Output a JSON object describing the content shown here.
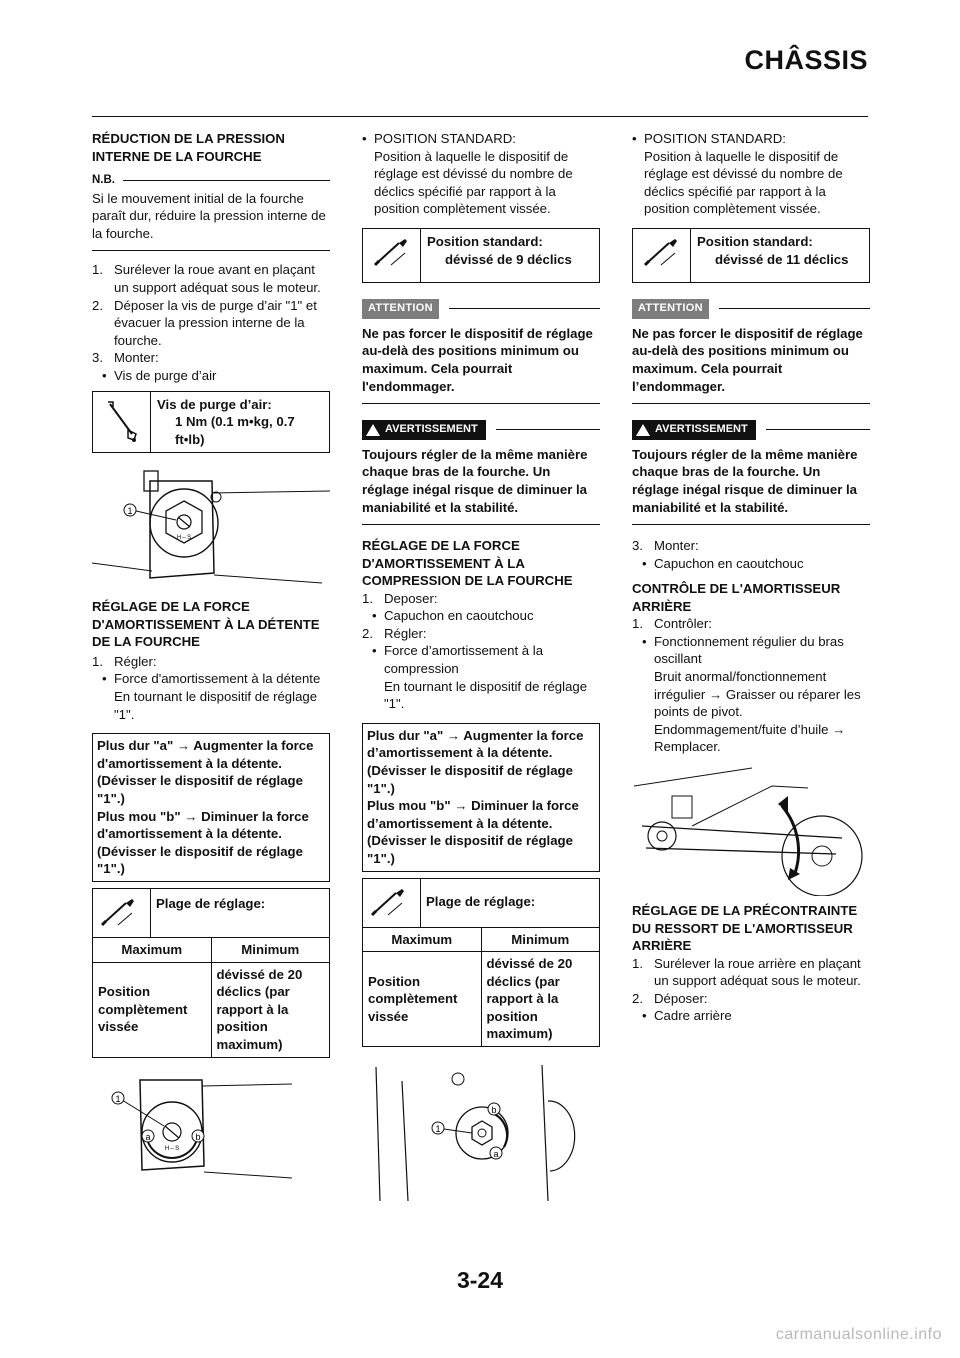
{
  "header": {
    "title": "CHÂSSIS"
  },
  "col1": {
    "h1": "RÉDUCTION DE LA PRESSION INTERNE DE LA FOURCHE",
    "nb_label": "N.B.",
    "nb_text": "Si le mouvement initial de la fourche paraît dur, réduire la pression interne de la fourche.",
    "steps": [
      {
        "num": "1.",
        "text": "Surélever la roue avant en plaçant un support adéquat sous le moteur."
      },
      {
        "num": "2.",
        "text": "Déposer la vis de purge d’air \"1\" et évacuer la pression interne de la fourche."
      },
      {
        "num": "3.",
        "text": "Monter:"
      }
    ],
    "bullet_bleed": "Vis de purge d’air",
    "spec_bleed_title": "Vis de purge d’air:",
    "spec_bleed_value": "1 Nm (0.1 m•kg, 0.7 ft•lb)",
    "h2": "RÉGLAGE DE LA FORCE D'AMORTISSEMENT À LA DÉTENTE DE LA FOURCHE",
    "step_adjust_num": "1.",
    "step_adjust_text": "Régler:",
    "bullet_rebound": "Force d'amortissement à la détente",
    "bullet_rebound_detail": "En tournant le dispositif de réglage \"1\".",
    "adj_line1": "Plus dur \"a\" → Augmenter la force d'amortissement à la détente. (Dévisser le dispositif de réglage \"1\".)",
    "adj_line2": "Plus mou \"b\" → Diminuer la force d'amortissement à la détente. (Dévisser le dispositif de réglage \"1\".)",
    "range_title": "Plage de réglage:",
    "range_max_label": "Maximum",
    "range_min_label": "Minimum",
    "range_max_value": "Position complètement vissée",
    "range_min_value": "dévissé de 20 déclics (par rapport à la position maximum)"
  },
  "col2": {
    "bullet_std": "POSITION STANDARD:",
    "bullet_std_detail": "Position à laquelle le dispositif de réglage est dévissé du nombre de déclics spécifié par rapport à la position complètement vissée.",
    "spec_std_title": "Position standard:",
    "spec_std_value": "dévissé de 9 déclics",
    "att_label": "ATTENTION",
    "att_text": "Ne pas forcer le dispositif de réglage au-delà des positions minimum ou maximum. Cela pourrait l'endommager.",
    "warn_label": "AVERTISSEMENT",
    "warn_text": "Toujours régler de la même manière chaque bras de la fourche. Un réglage inégal risque de diminuer la maniabilité et la stabilité.",
    "h1": "RÉGLAGE DE LA FORCE D'AMORTISSEMENT À LA COMPRESSION DE LA FOURCHE",
    "steps": [
      {
        "num": "1.",
        "text": "Deposer:"
      },
      {
        "num": "2.",
        "text": "Régler:"
      }
    ],
    "bullet_cap": "Capuchon en caoutchouc",
    "bullet_comp": "Force d’amortissement à la compression",
    "bullet_comp_detail": "En tournant le dispositif de réglage \"1\".",
    "adj_line1": "Plus dur \"a\" → Augmenter la force d’amortissement à la détente. (Dévisser le dispositif de réglage \"1\".)",
    "adj_line2": "Plus mou \"b\" → Diminuer la force d’amortissement à la détente. (Dévisser le dispositif de réglage \"1\".)",
    "range_title": "Plage de réglage:",
    "range_max_label": "Maximum",
    "range_min_label": "Minimum",
    "range_max_value": "Position complètement vissée",
    "range_min_value": "dévissé de 20 déclics (par rapport à la position maximum)"
  },
  "col3": {
    "bullet_std": "POSITION STANDARD:",
    "bullet_std_detail": "Position à laquelle le dispositif de réglage est dévissé du nombre de déclics spécifié par rapport à la position complètement vissée.",
    "spec_std_title": "Position standard:",
    "spec_std_value": "dévissé de 11 déclics",
    "att_label": "ATTENTION",
    "att_text": "Ne pas forcer le dispositif de réglage au-delà des positions minimum ou maximum. Cela pourrait l’endommager.",
    "warn_label": "AVERTISSEMENT",
    "warn_text": "Toujours régler de la même manière chaque bras de la fourche. Un réglage inégal risque de diminuer la maniabilité et la stabilité.",
    "step3_num": "3.",
    "step3_text": "Monter:",
    "bullet_cap": "Capuchon en caoutchouc",
    "h1": "CONTRÔLE DE L'AMORTISSEUR ARRIÈRE",
    "step_check_num": "1.",
    "step_check_text": "Contrôler:",
    "bullet_swing": "Fonctionnement régulier du bras oscillant",
    "bullet_swing_detail": "Bruit anormal/fonctionnement irrégulier → Graisser ou réparer les points de pivot. Endommagement/fuite d’huile → Remplacer.",
    "h2": "RÉGLAGE DE LA PRÉCONTRAINTE DU RESSORT DE L'AMORTISSEUR ARRIÈRE",
    "steps": [
      {
        "num": "1.",
        "text": "Surélever la roue arrière en plaçant un support adéquat sous le moteur."
      },
      {
        "num": "2.",
        "text": "Déposer:"
      }
    ],
    "bullet_frame": "Cadre arrière"
  },
  "figure_labels": {
    "one": "1",
    "a": "a",
    "b": "b",
    "hs": "H⇔S"
  },
  "footer": {
    "page_number": "3-24",
    "watermark": "carmanualsonline.info"
  }
}
